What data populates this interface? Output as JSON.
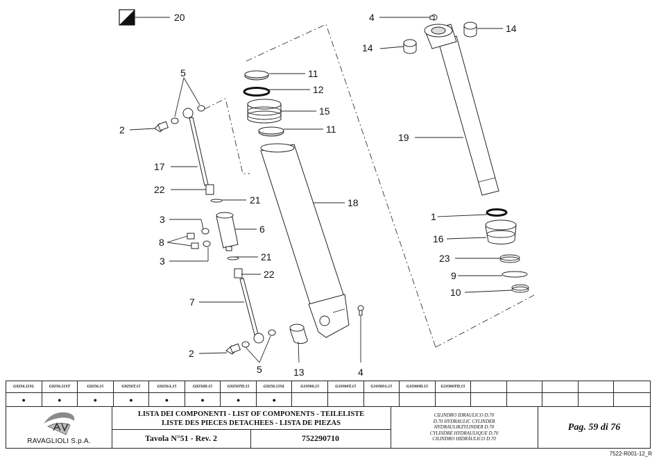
{
  "callouts": {
    "c20": "20",
    "c4a": "4",
    "c14a": "14",
    "c14b": "14",
    "c5a": "5",
    "c11a": "11",
    "c12": "12",
    "c15": "15",
    "c11b": "11",
    "c2a": "2",
    "c19": "19",
    "c17": "17",
    "c22a": "22",
    "c21a": "21",
    "c18": "18",
    "c1": "1",
    "c3a": "3",
    "c6": "6",
    "c16": "16",
    "c8": "8",
    "c3b": "3",
    "c21b": "21",
    "c23": "23",
    "c22b": "22",
    "c9": "9",
    "c10": "10",
    "c7": "7",
    "c2b": "2",
    "c5b": "5",
    "c13": "13",
    "c4b": "4"
  },
  "codes": [
    "G9256.11SL",
    "G9256.11ST",
    "G9256.15",
    "G9256T.15",
    "G9256A.15",
    "G9256D.15",
    "G9256TD.15",
    "G9256.15SL",
    "G10360.15",
    "G10360T.15",
    "G10360A.15",
    "G10360D.15",
    "G10360TD.15",
    "",
    "",
    "",
    "",
    ""
  ],
  "marks": [
    "●",
    "●",
    "●",
    "●",
    "●",
    "●",
    "●",
    "●",
    "",
    "",
    "",
    "",
    "",
    "",
    "",
    "",
    "",
    ""
  ],
  "titleblock": {
    "company": "RAVAGLIOLI S.p.A.",
    "list_title_1": "LISTA DEI COMPONENTI - LIST OF COMPONENTS - TEILELISTE",
    "list_title_2": "LISTE DES PIECES DETACHEES - LISTA DE PIEZAS",
    "table_ref": "Tavola N°51 - Rev. 2",
    "part_number": "752290710",
    "description": [
      "CILINDRO IDRAULICO D.70",
      "D.70 HYDRAULIC CYLINDER",
      "HYDRAULIKZYLINDER D.70",
      "CYLINDRE HYDRAULIQUE D.70",
      "CILINDRO HIDRÁULICO D.70"
    ],
    "page": "Pag. 59 di 76",
    "doc_code": "7522-R001-12_R"
  }
}
